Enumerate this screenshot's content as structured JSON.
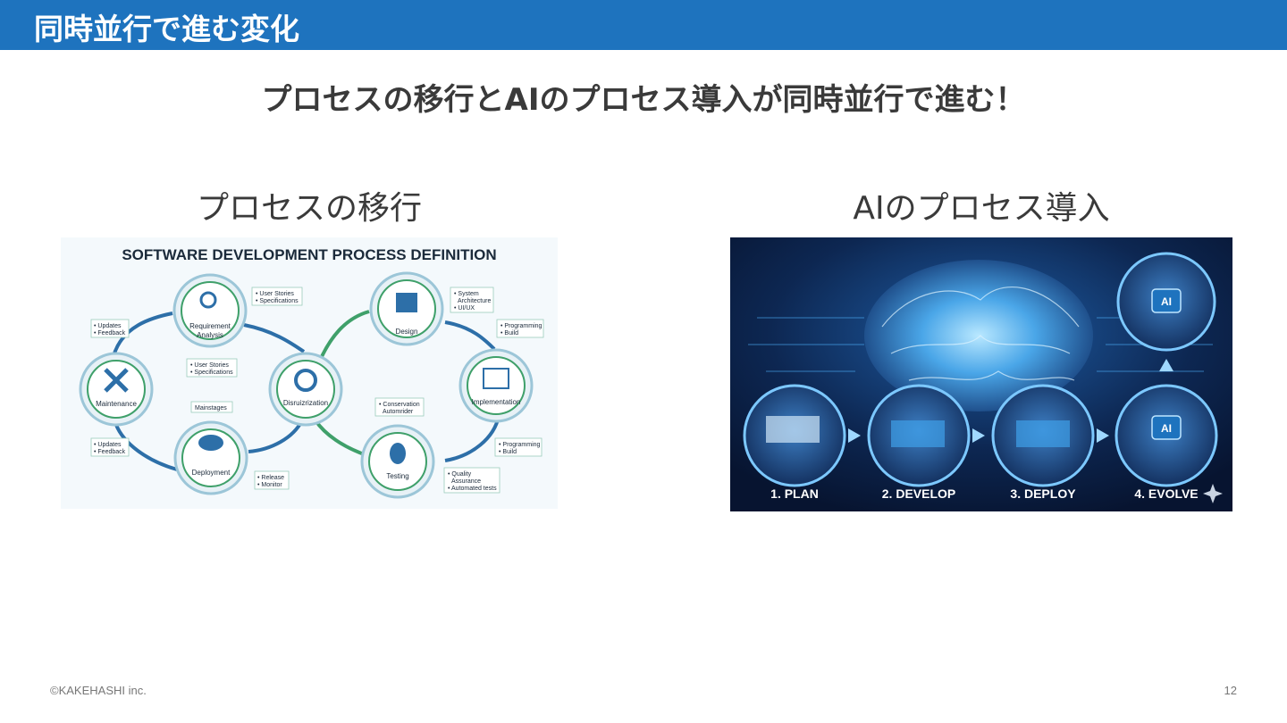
{
  "header": {
    "title": "同時並行で進む変化"
  },
  "headline": "プロセスの移行とAIのプロセス導入が同時並行で進む！",
  "left": {
    "subtitle": "プロセスの移行",
    "diagram": {
      "title": "SOFTWARE DEVELOPMENT PROCESS DEFINITION",
      "nodes": {
        "requirement": "Requirement",
        "analysis": "Analysis",
        "design": "Design",
        "maintenance": "Maintenance",
        "center": "Disruizrization",
        "implementation": "Implementation",
        "deployment": "Deployment",
        "testing": "Testing"
      },
      "notes": {
        "req_1": "• User Stories",
        "req_2": "• Specifications",
        "design_1": "• System",
        "design_2": "Architecture",
        "design_3": "• UI/UX",
        "prog_1": "• Programming",
        "prog_2": "• Build",
        "upd_1": "• Updates",
        "upd_2": "• Feedback",
        "center_1": "• User Stories",
        "center_2": "• Specifications",
        "mainstages": "Mainstages",
        "conserv_1": "• Conservation",
        "conserv_2": "Automrider",
        "upd2_1": "• Updates",
        "upd2_2": "• Feedback",
        "prog2_1": "• Programming",
        "prog2_2": "• Build",
        "rel_1": "• Release",
        "rel_2": "• Monitor",
        "qa_1": "• Quality",
        "qa_2": "Assurance",
        "qa_3": "• Automated tests"
      }
    }
  },
  "right": {
    "subtitle": "AIのプロセス導入",
    "steps": [
      "1. PLAN",
      "2. DEVELOP",
      "3. DEPLOY",
      "4. EVOLVE"
    ],
    "ai_badge": "AI"
  },
  "footer": {
    "copyright": "©KAKEHASHI inc.",
    "page": "12"
  }
}
